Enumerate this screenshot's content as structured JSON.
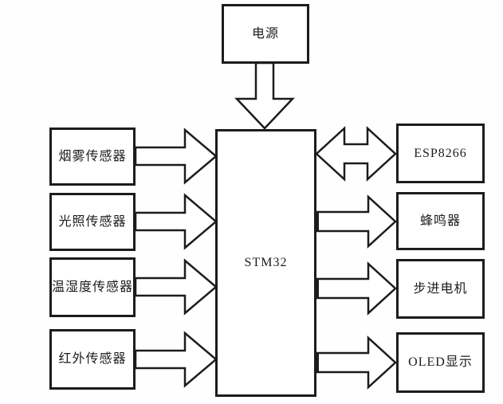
{
  "diagram": {
    "background": "#fefefe",
    "line_color": "#1c1c1c",
    "blocks": {
      "power": {
        "label": "电源"
      },
      "mcu": {
        "label": "STM32"
      },
      "smoke": {
        "label": "烟雾传感器"
      },
      "light": {
        "label": "光照传感器"
      },
      "temp_humidity": {
        "label": "温湿度传感器"
      },
      "infrared": {
        "label": "红外传感器"
      },
      "wifi": {
        "label": "ESP8266"
      },
      "buzzer": {
        "label": "蜂鸣器"
      },
      "stepper": {
        "label": "步进电机"
      },
      "oled": {
        "label": "OLED显示"
      }
    },
    "connections": [
      {
        "from": "电源",
        "to": "STM32",
        "type": "one-way",
        "direction": "down"
      },
      {
        "from": "烟雾传感器",
        "to": "STM32",
        "type": "one-way",
        "direction": "right"
      },
      {
        "from": "光照传感器",
        "to": "STM32",
        "type": "one-way",
        "direction": "right"
      },
      {
        "from": "温湿度传感器",
        "to": "STM32",
        "type": "one-way",
        "direction": "right"
      },
      {
        "from": "红外传感器",
        "to": "STM32",
        "type": "one-way",
        "direction": "right"
      },
      {
        "from": "STM32",
        "to": "ESP8266",
        "type": "two-way",
        "direction": "horizontal"
      },
      {
        "from": "STM32",
        "to": "蜂鸣器",
        "type": "one-way",
        "direction": "right"
      },
      {
        "from": "STM32",
        "to": "步进电机",
        "type": "one-way",
        "direction": "right"
      },
      {
        "from": "STM32",
        "to": "OLED显示",
        "type": "one-way",
        "direction": "right"
      }
    ]
  }
}
